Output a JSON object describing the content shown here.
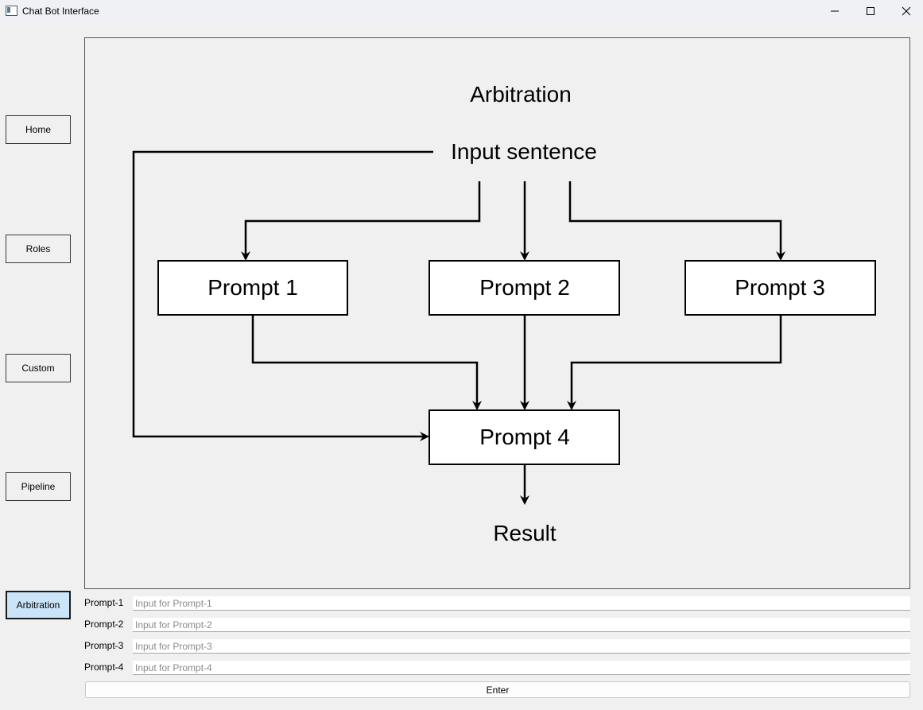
{
  "window": {
    "title": "Chat Bot Interface"
  },
  "sidebar": {
    "items": [
      {
        "label": "Home"
      },
      {
        "label": "Roles"
      },
      {
        "label": "Custom"
      },
      {
        "label": "Pipeline"
      },
      {
        "label": "Arbitration",
        "active": true
      }
    ]
  },
  "diagram": {
    "title": "Arbitration",
    "input": "Input sentence",
    "prompt1": "Prompt 1",
    "prompt2": "Prompt 2",
    "prompt3": "Prompt 3",
    "prompt4": "Prompt 4",
    "result": "Result"
  },
  "prompts": [
    {
      "label": "Prompt-1",
      "placeholder": "Input for Prompt-1",
      "value": ""
    },
    {
      "label": "Prompt-2",
      "placeholder": "Input for Prompt-2",
      "value": ""
    },
    {
      "label": "Prompt-3",
      "placeholder": "Input for Prompt-3",
      "value": ""
    },
    {
      "label": "Prompt-4",
      "placeholder": "Input for Prompt-4",
      "value": ""
    }
  ],
  "enter_label": "Enter",
  "colors": {
    "active_nav": "#cce4f7",
    "background": "#f0f0f0"
  }
}
